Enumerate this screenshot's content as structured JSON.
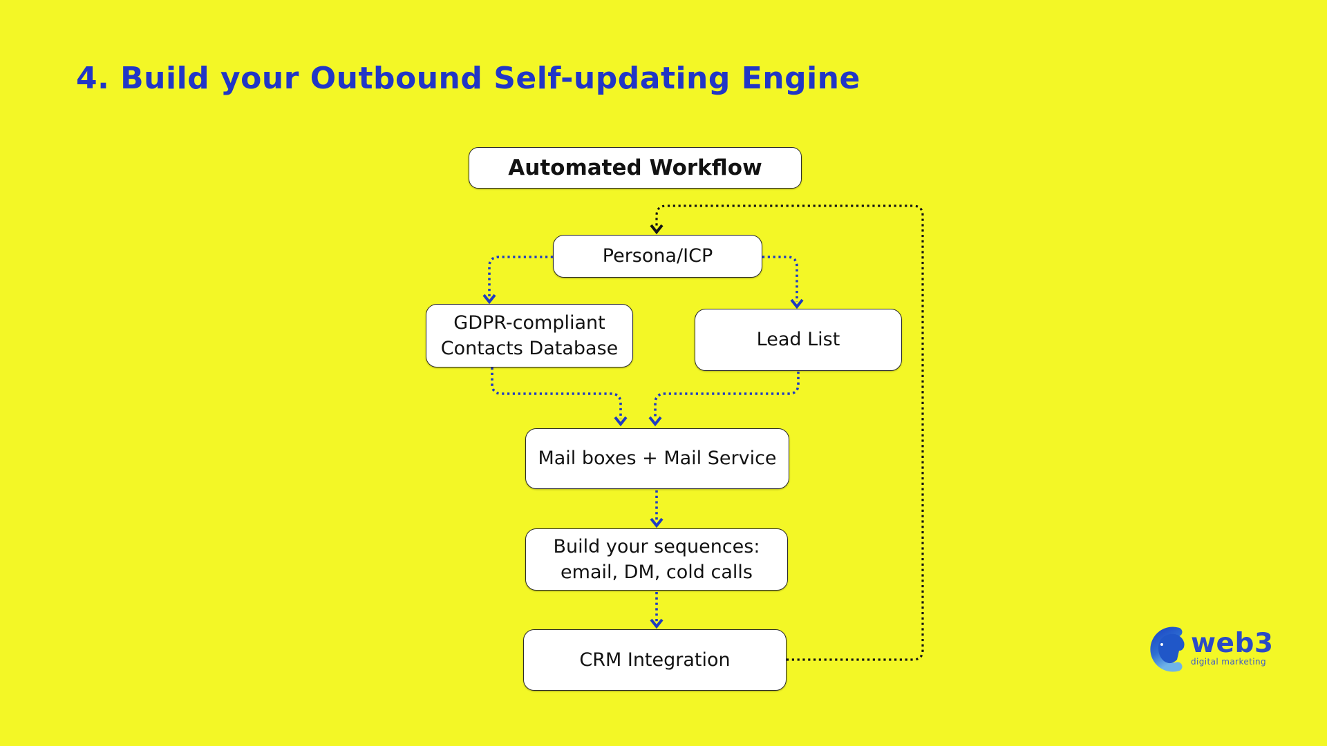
{
  "slide": {
    "title": "4. Build your Outbound Self-updating Engine"
  },
  "workflow": {
    "header": "Automated Workflow",
    "nodes": {
      "persona": "Persona/ICP",
      "gdpr_line1": "GDPR-compliant",
      "gdpr_line2": "Contacts Database",
      "lead_list": "Lead List",
      "mail": "Mail boxes + Mail Service",
      "sequences_line1": "Build your sequences:",
      "sequences_line2": "email, DM, cold calls",
      "crm": "CRM Integration"
    },
    "connections": [
      "Automated loop: CRM Integration back to Persona/ICP (black dotted)",
      "Persona/ICP to GDPR-compliant Contacts Database (blue dotted)",
      "Persona/ICP to Lead List (blue dotted)",
      "GDPR-compliant Contacts Database to Mail boxes + Mail Service (blue dotted)",
      "Lead List to Mail boxes + Mail Service (blue dotted)",
      "Mail boxes + Mail Service to Build your sequences (blue dotted)",
      "Build your sequences to CRM Integration (blue dotted)"
    ]
  },
  "logo": {
    "name": "web3",
    "tagline": "digital marketing"
  },
  "colors": {
    "background": "#F3F726",
    "title_blue": "#2136C6",
    "arrow_blue": "#1F3BC2",
    "arrow_black": "#141414",
    "node_bg": "#FFFFFF",
    "node_border": "#2B2B2B",
    "logo_blue": "#2B4AC6"
  }
}
